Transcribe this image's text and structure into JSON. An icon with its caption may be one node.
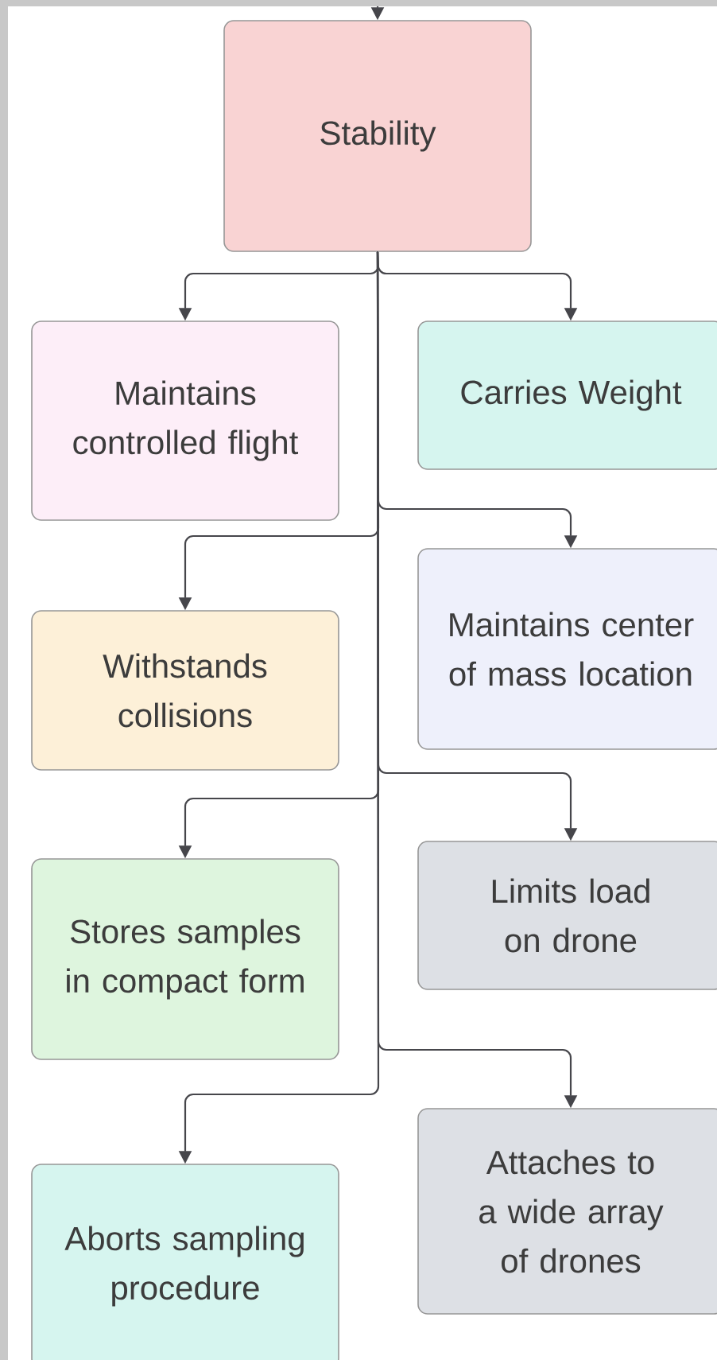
{
  "diagram": {
    "nodes": [
      {
        "text": [
          "Stability"
        ]
      },
      {
        "text": [
          "Maintains controlled flight"
        ]
      },
      {
        "text": [
          "Carries Weight"
        ]
      },
      {
        "text": [
          "Withstands collisions"
        ]
      },
      {
        "text": [
          "Maintains center of mass location"
        ]
      },
      {
        "text": [
          "Stores samples in compact form"
        ]
      },
      {
        "text": [
          "Limits load on drone"
        ]
      },
      {
        "text": [
          "Aborts sampling procedure"
        ]
      },
      {
        "text": [
          "Attaches to a wide array of drones"
        ]
      }
    ],
    "edges": [
      {
        "from": null,
        "to": 0,
        "arrow": "to"
      },
      {
        "from": 0,
        "to": 1,
        "arrow": "to"
      },
      {
        "from": 0,
        "to": 2,
        "arrow": "to"
      },
      {
        "from": 0,
        "to": 4,
        "arrow": "to"
      },
      {
        "from": 0,
        "to": 3,
        "arrow": "to"
      },
      {
        "from": 0,
        "to": 6,
        "arrow": "to"
      },
      {
        "from": 0,
        "to": 5,
        "arrow": "to"
      },
      {
        "from": 0,
        "to": 8,
        "arrow": "to"
      },
      {
        "from": 0,
        "to": 7,
        "arrow": "to"
      }
    ]
  }
}
